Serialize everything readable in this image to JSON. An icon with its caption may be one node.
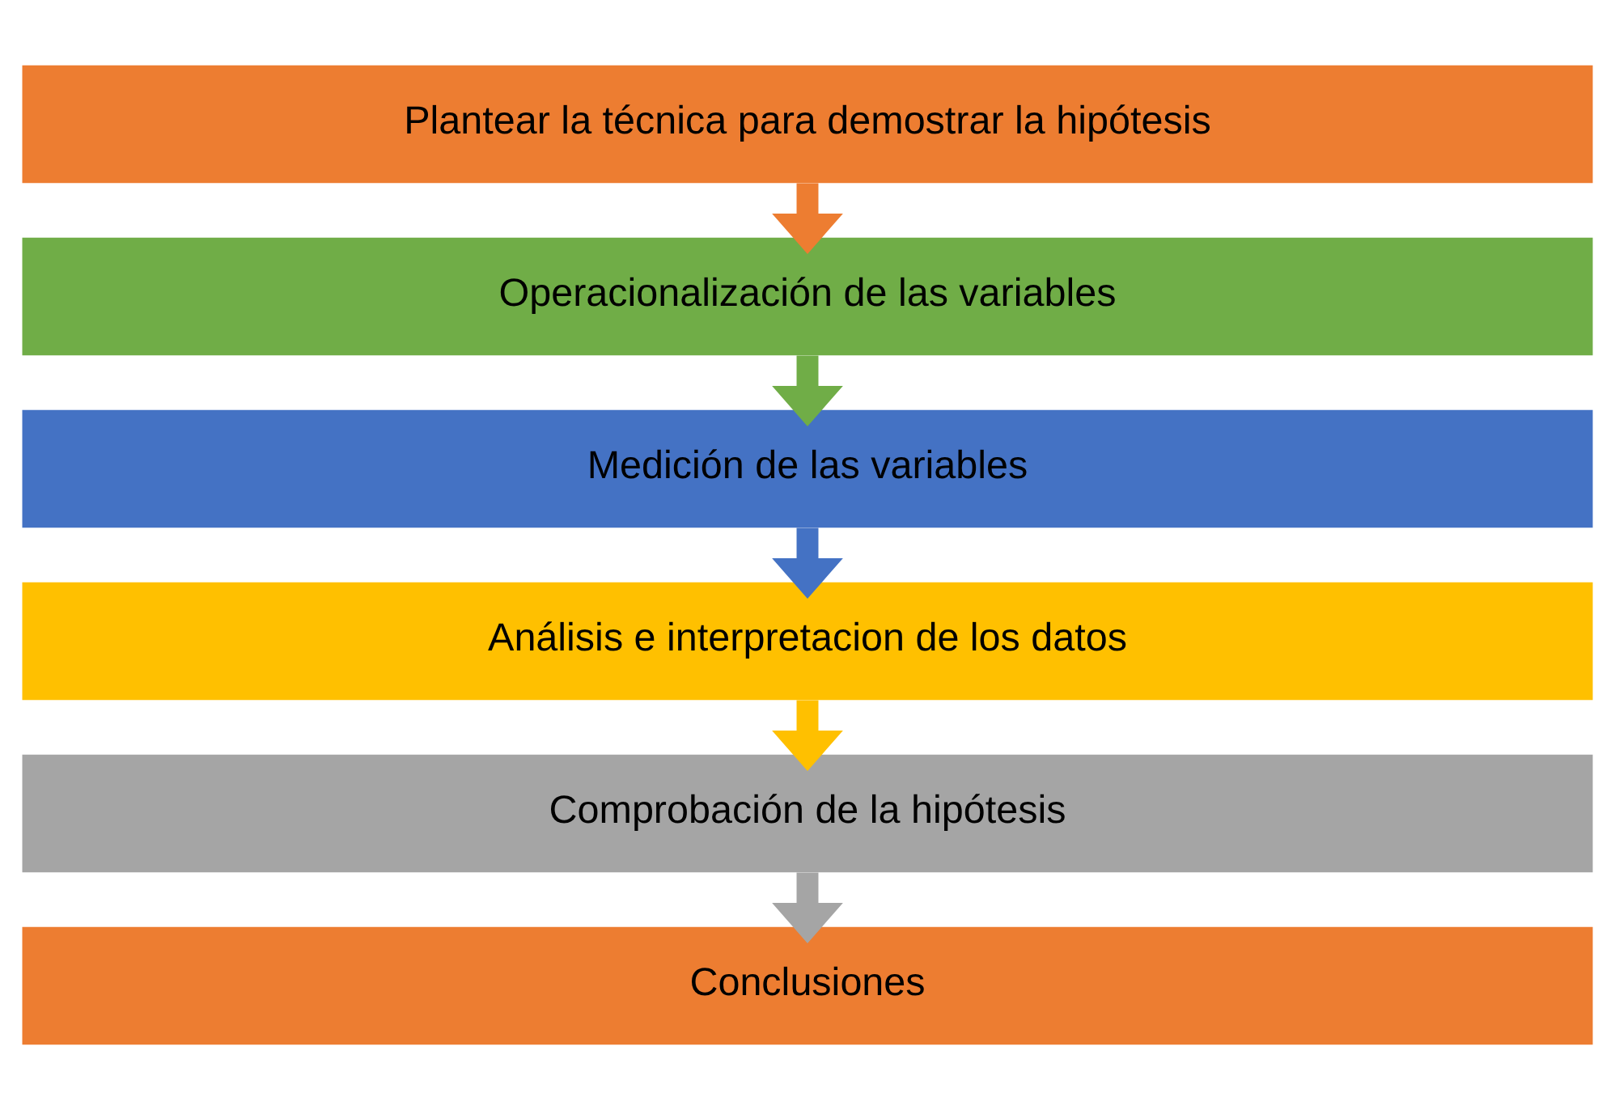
{
  "diagram": {
    "nodes": [
      {
        "text": [
          "Plantear la técnica para demostrar la hipótesis"
        ]
      },
      {
        "text": [
          "Operacionalización de las variables"
        ]
      },
      {
        "text": [
          "Medición de las variables"
        ]
      },
      {
        "text": [
          "Análisis e interpretacion de los datos"
        ]
      },
      {
        "text": [
          "Comprobación de la hipótesis"
        ]
      },
      {
        "text": [
          "Conclusiones"
        ]
      }
    ],
    "edges": [
      {
        "from": 0,
        "to": 1,
        "arrow": "to",
        "color": "#ed7d31"
      },
      {
        "from": 1,
        "to": 2,
        "arrow": "to",
        "color": "#70ad47"
      },
      {
        "from": 2,
        "to": 3,
        "arrow": "to",
        "color": "#4472c4"
      },
      {
        "from": 3,
        "to": 4,
        "arrow": "to",
        "color": "#ffc000"
      },
      {
        "from": 4,
        "to": 5,
        "arrow": "to",
        "color": "#a5a5a5"
      }
    ]
  }
}
